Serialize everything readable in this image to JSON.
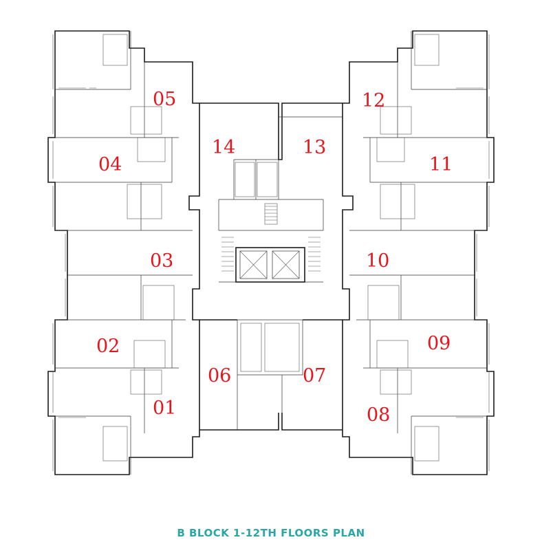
{
  "title": "B BLOCK 1-12TH FLOORS PLAN",
  "colors": {
    "unit_label": "#e8141c",
    "title": "#2aa6a6",
    "walls": "#1a1a1a"
  },
  "units": {
    "u01": "01",
    "u02": "02",
    "u03": "03",
    "u04": "04",
    "u05": "05",
    "u06": "06",
    "u07": "07",
    "u08": "08",
    "u09": "09",
    "u10": "10",
    "u11": "11",
    "u12": "12",
    "u13": "13",
    "u14": "14"
  }
}
